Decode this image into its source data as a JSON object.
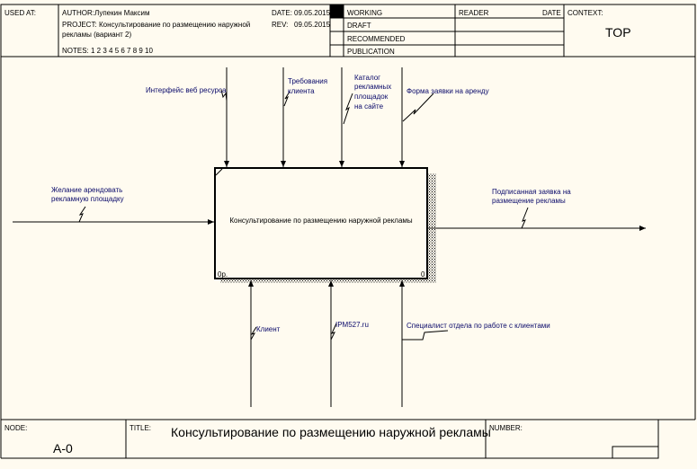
{
  "header": {
    "used_at": "USED AT:",
    "author_label": "AUTHOR:",
    "author": "Лупекин Максим",
    "project_label": "PROJECT:",
    "project_line1": "Консультирование по размещению наружной",
    "project_line2": "рекламы (вариант 2)",
    "notes": "NOTES:  1  2  3  4  5  6  7  8  9  10",
    "date_label": "DATE:",
    "date": "09.05.2015",
    "rev_label": "REV:",
    "rev": "09.05.2015",
    "status": [
      "WORKING",
      "DRAFT",
      "RECOMMENDED",
      "PUBLICATION"
    ],
    "reader": "READER",
    "reader_date": "DATE",
    "context": "CONTEXT:",
    "context_value": "TOP"
  },
  "diagram": {
    "activity": "Консультирование по размещению наружной рекламы",
    "box_cost": "0р.",
    "box_number": "0",
    "controls": [
      "Интерфейс веб ресурса",
      "Требования",
      "клиента",
      "Каталог",
      "рекламных",
      "площадок",
      "на сайте",
      "Форма заявки на аренду"
    ],
    "input_line1": "Желание арендовать",
    "input_line2": "рекламную площадку",
    "output_line1": "Подписанная заявка на",
    "output_line2": "размещение рекламы",
    "mechanisms": [
      "Клиент",
      "IPM527.ru",
      "Специалист отдела по работе с клиентами"
    ]
  },
  "footer": {
    "node_label": "NODE:",
    "node": "A-0",
    "title_label": "TITLE:",
    "title": "Консультирование по размещению наружной рекламы",
    "number_label": "NUMBER:"
  }
}
